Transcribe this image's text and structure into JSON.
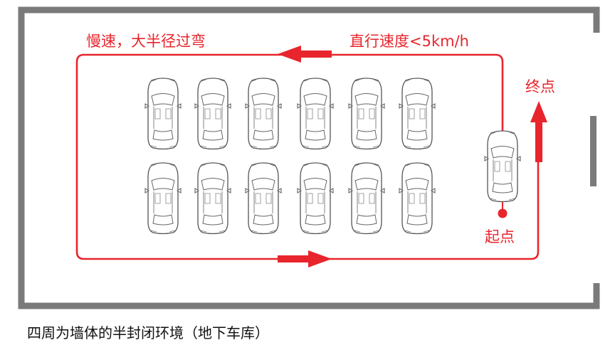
{
  "labels": {
    "slow_turn": "慢速，大半径过弯",
    "speed_limit": "直行速度<5km/h",
    "end_point": "终点",
    "start_point": "起点",
    "caption": "四周为墙体的半封闭环境（地下车库）"
  },
  "colors": {
    "path": "#e8252c",
    "wall": "#7a7a7a",
    "car_outline": "#555555"
  },
  "parked_cars": {
    "rows": 2,
    "columns": 6
  }
}
